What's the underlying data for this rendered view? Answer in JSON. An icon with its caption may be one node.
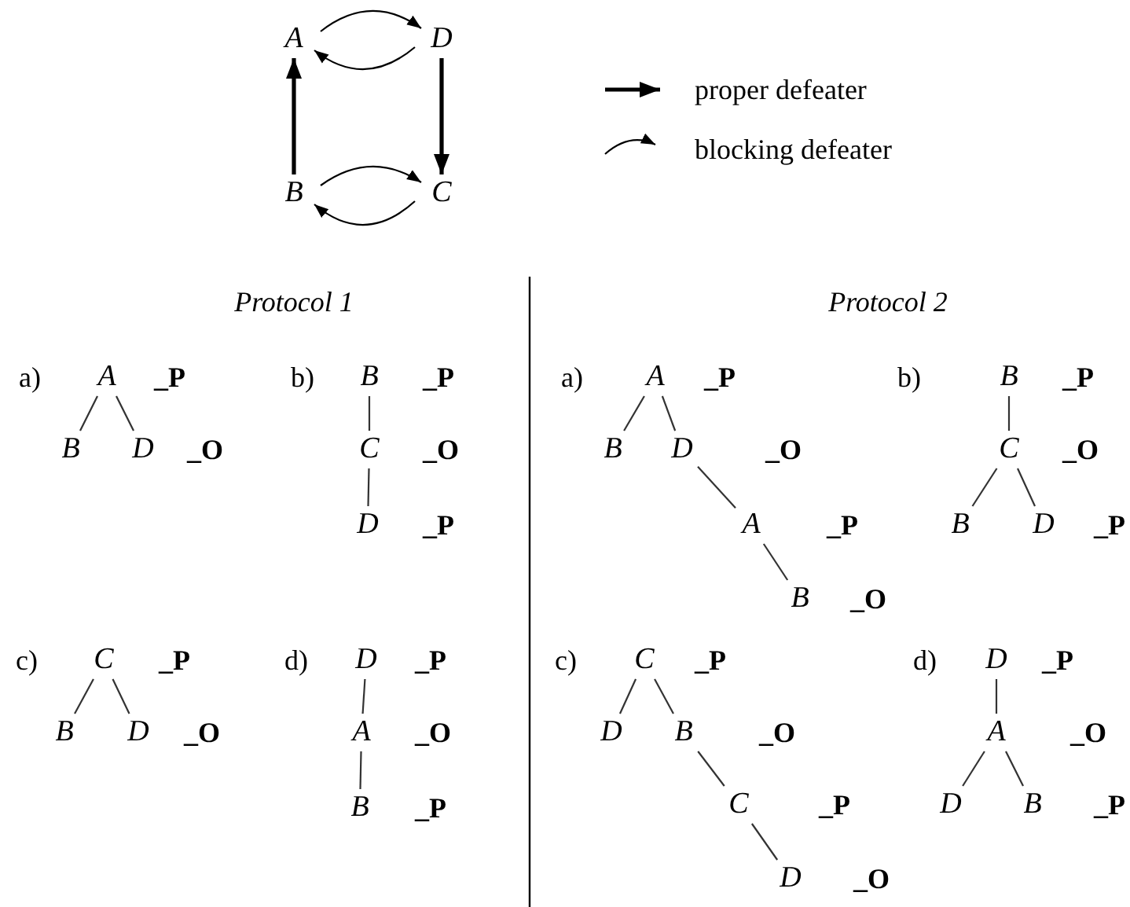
{
  "diagram": {
    "nodes": [
      {
        "text": [
          "A"
        ]
      },
      {
        "text": [
          "D"
        ]
      },
      {
        "text": [
          "B"
        ]
      },
      {
        "text": [
          "C"
        ]
      },
      {
        "text": [
          "A"
        ],
        "beside": [
          "_P"
        ]
      },
      {
        "text": [
          "B"
        ]
      },
      {
        "text": [
          "D"
        ],
        "beside": [
          "_O"
        ]
      },
      {
        "text": [
          "B"
        ],
        "beside": [
          "_P"
        ]
      },
      {
        "text": [
          "C"
        ],
        "beside": [
          "_O"
        ]
      },
      {
        "text": [
          "D"
        ],
        "beside": [
          "_P"
        ]
      },
      {
        "text": [
          "C"
        ],
        "beside": [
          "_P"
        ]
      },
      {
        "text": [
          "B"
        ]
      },
      {
        "text": [
          "D"
        ],
        "beside": [
          "_O"
        ]
      },
      {
        "text": [
          "D"
        ],
        "beside": [
          "_P"
        ]
      },
      {
        "text": [
          "A"
        ],
        "beside": [
          "_O"
        ]
      },
      {
        "text": [
          "B"
        ],
        "beside": [
          "_P"
        ]
      },
      {
        "text": [
          "A"
        ],
        "beside": [
          "_P"
        ]
      },
      {
        "text": [
          "B"
        ]
      },
      {
        "text": [
          "D"
        ],
        "beside": [
          "_O"
        ]
      },
      {
        "text": [
          "A"
        ],
        "beside": [
          "_P"
        ]
      },
      {
        "text": [
          "B"
        ],
        "beside": [
          "_O"
        ]
      },
      {
        "text": [
          "B"
        ],
        "beside": [
          "_P"
        ]
      },
      {
        "text": [
          "C"
        ],
        "beside": [
          "_O"
        ]
      },
      {
        "text": [
          "B"
        ]
      },
      {
        "text": [
          "D"
        ],
        "beside": [
          "_P"
        ]
      },
      {
        "text": [
          "C"
        ],
        "beside": [
          "_P"
        ]
      },
      {
        "text": [
          "D"
        ]
      },
      {
        "text": [
          "B"
        ],
        "beside": [
          "_O"
        ]
      },
      {
        "text": [
          "C"
        ],
        "beside": [
          "_P"
        ]
      },
      {
        "text": [
          "D"
        ],
        "beside": [
          "_O"
        ]
      },
      {
        "text": [
          "D"
        ],
        "beside": [
          "_P"
        ]
      },
      {
        "text": [
          "A"
        ],
        "beside": [
          "_O"
        ]
      },
      {
        "text": [
          "D"
        ]
      },
      {
        "text": [
          "B"
        ],
        "beside": [
          "_P"
        ]
      }
    ],
    "edges": [
      {
        "from": 0,
        "to": 1,
        "arrow": "to"
      },
      {
        "from": 1,
        "to": 0,
        "arrow": "to"
      },
      {
        "from": 2,
        "to": 0,
        "arrow": "to",
        "style": "thick"
      },
      {
        "from": 1,
        "to": 3,
        "arrow": "to",
        "style": "thick"
      },
      {
        "from": 2,
        "to": 3,
        "arrow": "to"
      },
      {
        "from": 3,
        "to": 2,
        "arrow": "to"
      },
      {
        "from": 4,
        "to": 5,
        "arrow": "none"
      },
      {
        "from": 4,
        "to": 6,
        "arrow": "none"
      },
      {
        "from": 7,
        "to": 8,
        "arrow": "none"
      },
      {
        "from": 8,
        "to": 9,
        "arrow": "none"
      },
      {
        "from": 10,
        "to": 11,
        "arrow": "none"
      },
      {
        "from": 10,
        "to": 12,
        "arrow": "none"
      },
      {
        "from": 13,
        "to": 14,
        "arrow": "none"
      },
      {
        "from": 14,
        "to": 15,
        "arrow": "none"
      },
      {
        "from": 16,
        "to": 17,
        "arrow": "none"
      },
      {
        "from": 16,
        "to": 18,
        "arrow": "none"
      },
      {
        "from": 18,
        "to": 19,
        "arrow": "none"
      },
      {
        "from": 19,
        "to": 20,
        "arrow": "none"
      },
      {
        "from": 21,
        "to": 22,
        "arrow": "none"
      },
      {
        "from": 22,
        "to": 23,
        "arrow": "none"
      },
      {
        "from": 22,
        "to": 24,
        "arrow": "none"
      },
      {
        "from": 25,
        "to": 26,
        "arrow": "none"
      },
      {
        "from": 25,
        "to": 27,
        "arrow": "none"
      },
      {
        "from": 27,
        "to": 28,
        "arrow": "none"
      },
      {
        "from": 28,
        "to": 29,
        "arrow": "none"
      },
      {
        "from": 30,
        "to": 31,
        "arrow": "none"
      },
      {
        "from": 31,
        "to": 32,
        "arrow": "none"
      },
      {
        "from": 31,
        "to": 33,
        "arrow": "none"
      }
    ],
    "labels": [
      "Protocol 1",
      "Protocol 2",
      "a)",
      "b)",
      "a)",
      "b)",
      "c)",
      "d)",
      "c)",
      "d)"
    ],
    "legend": [
      {
        "text": "proper defeater"
      },
      {
        "text": "blocking defeater"
      }
    ]
  }
}
